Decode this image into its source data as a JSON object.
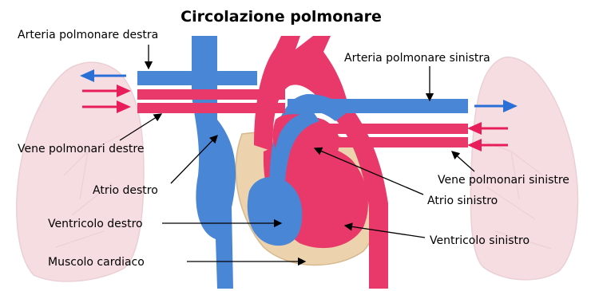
{
  "title": "Circolazione polmonare",
  "labels": {
    "right_pulmonary_artery": "Arteria polmonare destra",
    "left_pulmonary_artery": "Arteria polmonare sinistra",
    "right_pulmonary_veins": "Vene polmonari destre",
    "left_pulmonary_veins": "Vene polmonari sinistre",
    "right_atrium": "Atrio destro",
    "left_atrium": "Atrio sinistro",
    "right_ventricle": "Ventricolo destro",
    "left_ventricle": "Ventricolo sinistro",
    "heart_muscle": "Muscolo cardiaco"
  },
  "colors": {
    "deoxygenated_blood": "#4a86d6",
    "oxygenated_blood": "#e8396a",
    "heart_muscle": "#ecd3ad",
    "lung_tissue": "#f6dde1",
    "arrow_blue": "#2a6fd6",
    "arrow_red": "#e81e5a"
  }
}
